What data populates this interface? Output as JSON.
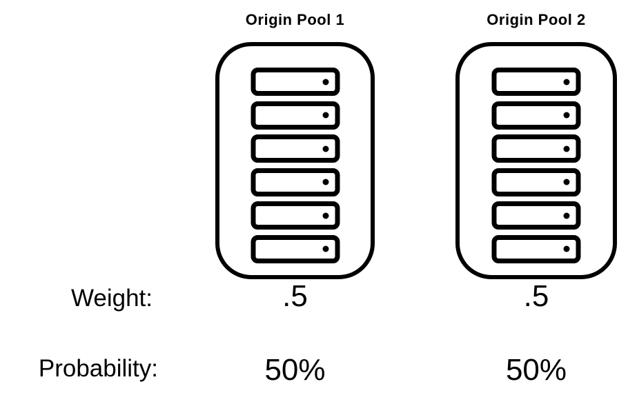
{
  "pools": [
    {
      "title": "Origin Pool 1",
      "weight": ".5",
      "probability": "50%",
      "server_count": 6
    },
    {
      "title": "Origin Pool 2",
      "weight": ".5",
      "probability": "50%",
      "server_count": 6
    }
  ],
  "labels": {
    "weight": "Weight:",
    "probability": "Probability:"
  },
  "icons": {
    "server": "server-icon",
    "led": "server-led-dot"
  },
  "colors": {
    "foreground": "#000000",
    "background": "#ffffff"
  }
}
